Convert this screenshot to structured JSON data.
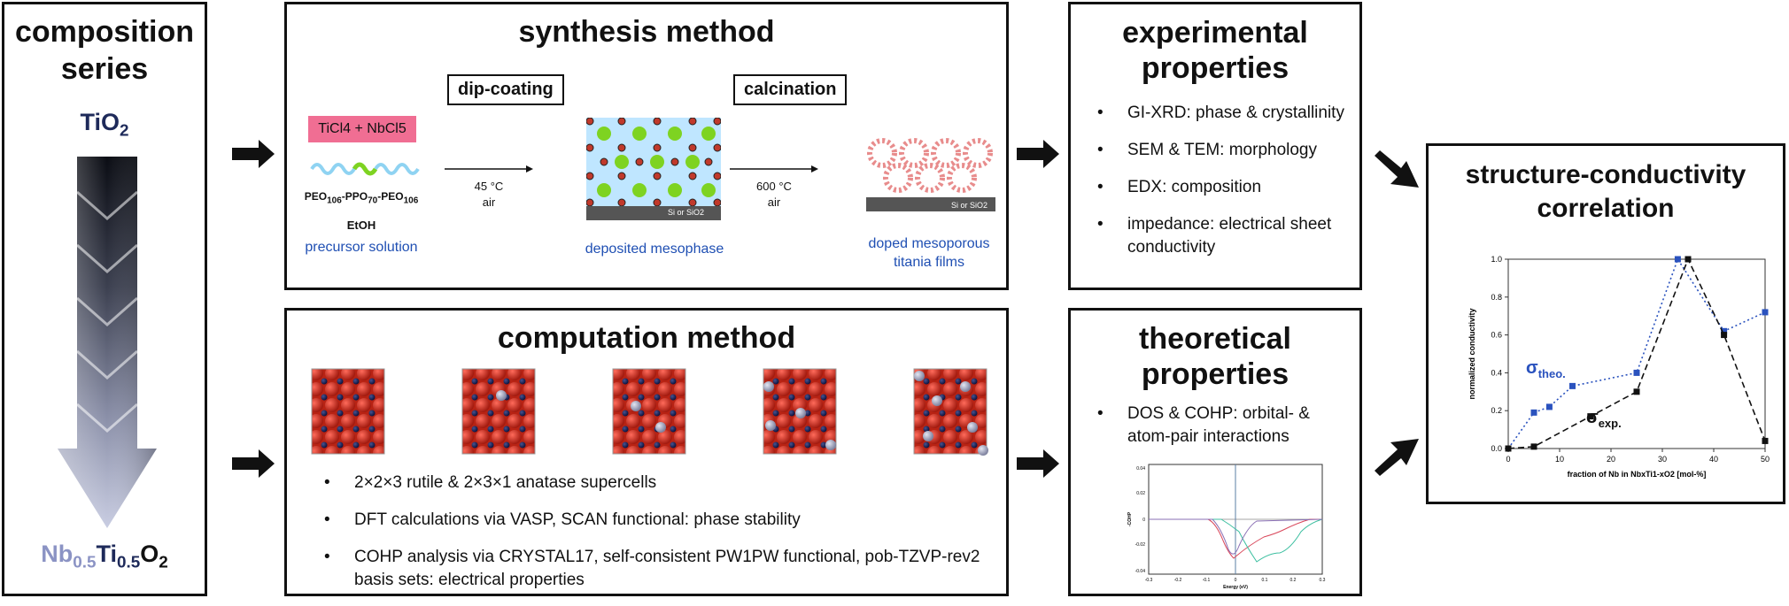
{
  "composition": {
    "title": "composition\nseries",
    "top_formula": {
      "base": "TiO",
      "sub": "2"
    },
    "bottom_formula": {
      "nb": "Nb",
      "nb_sub": "0.5",
      "ti": "Ti",
      "ti_sub": "0.5",
      "o": "O",
      "o_sub": "2"
    }
  },
  "synthesis": {
    "title": "synthesis method",
    "step1_tag": "dip-coating",
    "step2_tag": "calcination",
    "precursor_formula": "TiCl4 + NbCl5",
    "polymer": {
      "a": "PEO",
      "a_sub": "106",
      "b": "-PPO",
      "b_sub": "70",
      "c": "-PEO",
      "c_sub": "106"
    },
    "solvent": "EtOH",
    "precursor_label": "precursor solution",
    "cond1_temp": "45 °C",
    "cond1_atm": "air",
    "cond2_temp": "600 °C",
    "cond2_atm": "air",
    "mesophase_label": "deposited mesophase",
    "films_label_1": "doped mesoporous",
    "films_label_2": "titania films",
    "substrate": "Si or SiO2"
  },
  "computation": {
    "title": "computation method",
    "bullets": [
      "2×2×3 rutile & 2×3×1 anatase supercells",
      "DFT calculations via VASP, SCAN functional: phase stability",
      "COHP analysis via CRYSTAL17, self-consistent PW1PW functional, pob-TZVP-rev2 basis sets: electrical properties"
    ]
  },
  "experimental": {
    "title": "experimental\nproperties",
    "bullets": [
      "GI-XRD: phase & crystallinity",
      "SEM & TEM: morphology",
      "EDX: composition",
      "impedance: electrical sheet conductivity"
    ]
  },
  "theoretical": {
    "title": "theoretical\nproperties",
    "bullets": [
      "DOS & COHP: orbital- & atom-pair interactions"
    ],
    "cohp_plot": {
      "ylabel": "-COHP",
      "xlabel": "Energy (eV)",
      "yticks": [
        "0.04",
        "0.02",
        "0",
        "-0.02",
        "-0.04"
      ],
      "xticks": [
        "-0.3",
        "-0.2",
        "-0.1",
        "0",
        "0.1",
        "0.2",
        "0.3"
      ]
    }
  },
  "correlation": {
    "title": "structure-conductivity\ncorrelation"
  },
  "chart_data": {
    "type": "line",
    "xlabel": "fraction of Nb in NbxTi1-xO2 [mol-%]",
    "ylabel": "normalized conductivity",
    "xlim": [
      0,
      50
    ],
    "ylim": [
      0,
      1.0
    ],
    "xticks": [
      0,
      10,
      20,
      30,
      40,
      50
    ],
    "yticks": [
      0.0,
      0.2,
      0.4,
      0.6,
      0.8,
      1.0
    ],
    "series": [
      {
        "name": "σtheo.",
        "color": "#2a52be",
        "style": "dotted",
        "x": [
          0,
          5,
          8,
          12.5,
          25,
          33,
          42,
          50
        ],
        "y": [
          0.0,
          0.19,
          0.22,
          0.33,
          0.4,
          1.0,
          0.62,
          0.72
        ]
      },
      {
        "name": "σexp.",
        "color": "#111111",
        "style": "dashed",
        "x": [
          0,
          5,
          16,
          25,
          35,
          42,
          50
        ],
        "y": [
          0.0,
          0.01,
          0.17,
          0.3,
          1.0,
          0.6,
          0.04
        ]
      }
    ]
  },
  "colors": {
    "blue": "#1f4fb3",
    "pink": "#f06e93",
    "border": "#111111"
  }
}
